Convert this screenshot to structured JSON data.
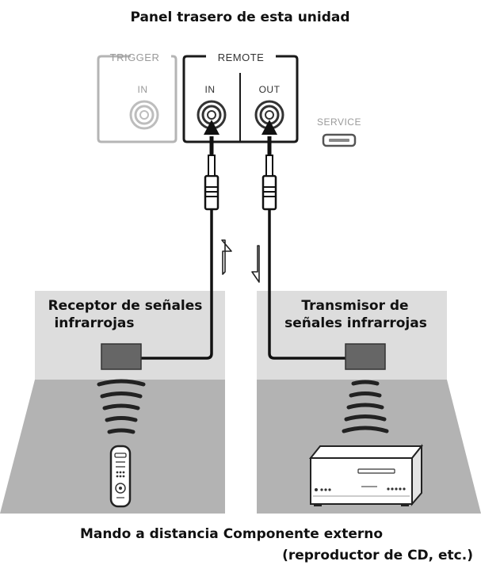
{
  "title": "Panel trasero de esta unidad",
  "panel": {
    "trigger_label": "TRIGGER",
    "trigger_in": "IN",
    "remote_label": "REMOTE",
    "remote_in": "IN",
    "remote_out": "OUT",
    "service_label": "SERVICE"
  },
  "receiver": {
    "line1": "Receptor de señales",
    "line2": "infrarrojas"
  },
  "transmitter": {
    "line1": "Transmisor de",
    "line2": "señales infrarrojas"
  },
  "bottom": {
    "line1": "Mando a distancia Componente externo",
    "line2": "(reproductor de CD, etc.)"
  },
  "colors": {
    "panel_box": "#dddddd",
    "floor": "#b3b3b3",
    "device": "#666666",
    "cable": "#111111"
  }
}
